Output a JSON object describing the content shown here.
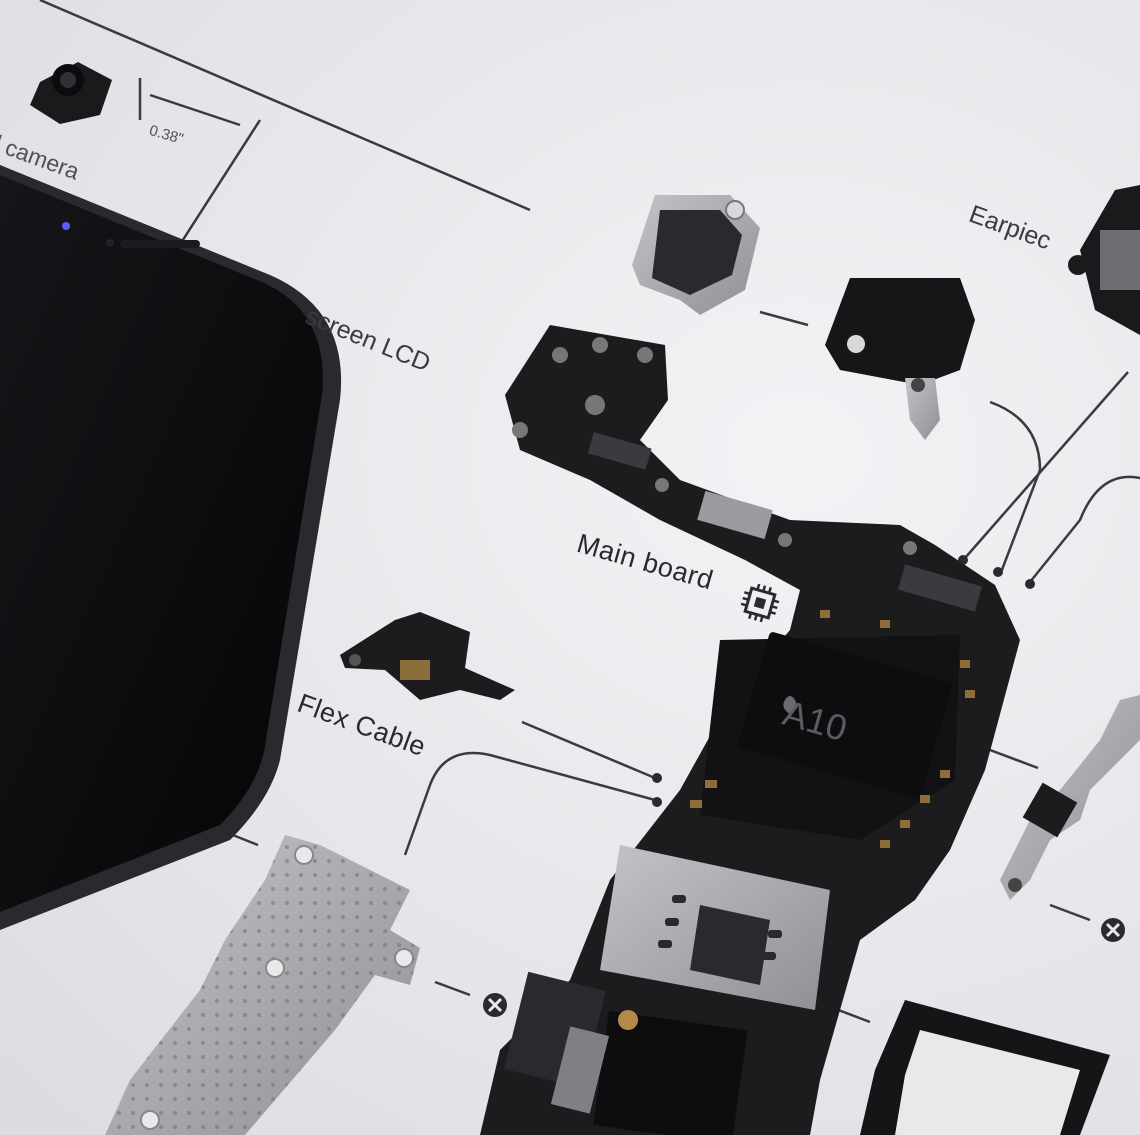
{
  "labels": {
    "main_board": "Main board",
    "flex_cable": "Flex Cable",
    "lcd": "screen LCD",
    "earpiece": "Earpiec",
    "camera": "l camera",
    "dimension": "0.38\"",
    "chip": "A10"
  },
  "colors": {
    "background": "#e9e8eb",
    "phone": "#0a0a0c",
    "board": "#1c1c1e",
    "metal": "#a9abae",
    "line": "#2b2b2f"
  },
  "icons": [
    "chip-icon",
    "screw-icon",
    "apple-logo-icon"
  ]
}
